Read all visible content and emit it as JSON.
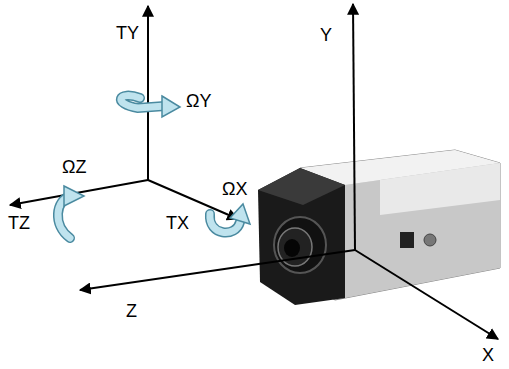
{
  "diagram": {
    "labels": [
      "TY",
      "ΩY",
      "ΩZ",
      "ΩX",
      "TZ",
      "TX",
      "Y",
      "Z",
      "X"
    ]
  }
}
